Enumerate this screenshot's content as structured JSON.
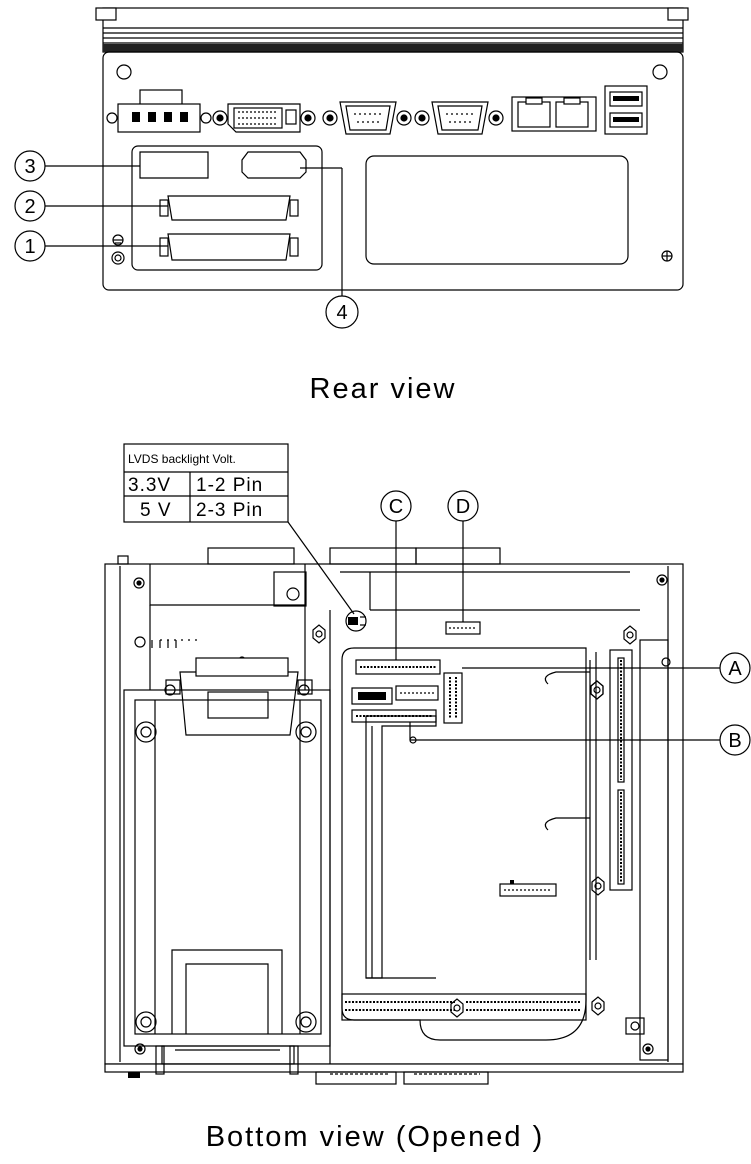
{
  "rear_view": {
    "caption": "Rear view",
    "callouts": [
      "3",
      "2",
      "1",
      "4"
    ]
  },
  "bottom_view": {
    "caption": "Bottom view (Opened )",
    "callouts": [
      "C",
      "D",
      "A",
      "B"
    ],
    "lvds_table": {
      "header": "LVDS backlight Volt.",
      "rows": [
        [
          "3.3V",
          "1-2 Pin"
        ],
        [
          "5 V",
          "2-3 Pin"
        ]
      ]
    }
  }
}
